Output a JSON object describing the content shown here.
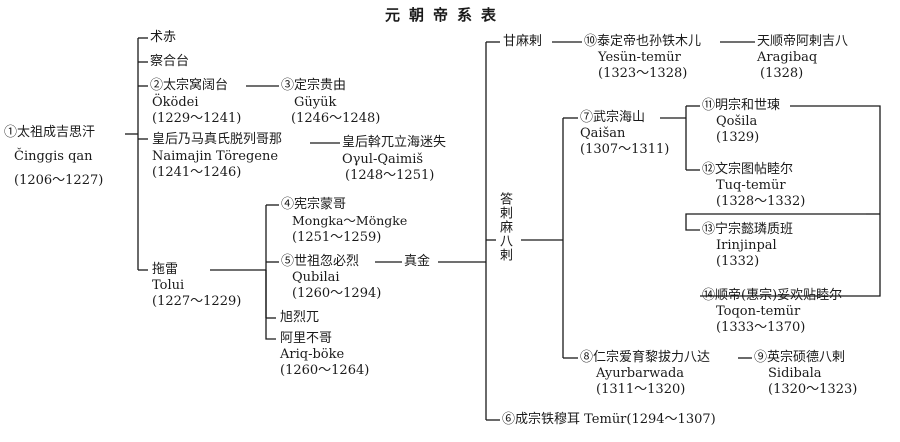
{
  "title": "元朝帝系表",
  "persons": {
    "genghis": {
      "zh": "①太祖成吉思汗",
      "rom": "Činggis qan",
      "years": "(1206～1227)"
    },
    "shuchi": {
      "zh": "术赤"
    },
    "chagatai": {
      "zh": "察合台"
    },
    "ogedei": {
      "zh": "②太宗窝阔台",
      "rom": "Öködei",
      "years": "(1229～1241)"
    },
    "guyuk": {
      "zh": "③定宗贵由",
      "rom": "Güyük",
      "years": "(1246～1248)"
    },
    "toregene": {
      "zh": "皇后乃马真氏脱列哥那",
      "rom": "Naimajin Töregene",
      "years": "(1241～1246)"
    },
    "oghul": {
      "zh": "皇后斡兀立海迷失",
      "rom": "Oγul-Qaimiš",
      "years": "(1248～1251)"
    },
    "mongke": {
      "zh": "④宪宗蒙哥",
      "rom": "Mongka～Möngke",
      "years": "(1251～1259)"
    },
    "kublai": {
      "zh": "⑤世祖忽必烈",
      "rom": "Qubilai",
      "years": "(1260～1294)"
    },
    "hulagu": {
      "zh": "旭烈兀"
    },
    "ariqboke": {
      "zh": "阿里不哥",
      "rom": "Ariq-böke",
      "years": "(1260～1264)"
    },
    "tolui": {
      "zh": "拖雷",
      "rom": "Tolui",
      "years": "(1227～1229)"
    },
    "zhenjin": {
      "zh": "真金"
    },
    "gamala": {
      "zh": "甘麻剌"
    },
    "yesun": {
      "zh": "⑩泰定帝也孙铁木儿",
      "rom": "Yesün-temür",
      "years": "(1323～1328)"
    },
    "aragibaq": {
      "zh": "天顺帝阿剌吉八",
      "rom": "Aragibaq",
      "years": "(1328)"
    },
    "darmabala": {
      "zh": "答剌麻八剌"
    },
    "qaisan": {
      "zh": "⑦武宗海山",
      "rom": "Qaišan",
      "years": "(1307～1311)"
    },
    "qosila": {
      "zh": "⑪明宗和世瑓",
      "rom": "Qošila",
      "years": "(1329)"
    },
    "tuq": {
      "zh": "⑫文宗图帖睦尔",
      "rom": "Tuq-temür",
      "years": "(1328～1332)"
    },
    "irinjinpal": {
      "zh": "⑬宁宗懿璘质班",
      "rom": "Irinjinpal",
      "years": "(1332)"
    },
    "toqon": {
      "zh": "⑭顺帝(惠宗)妥欢贴睦尔",
      "rom": "Toqon-temür",
      "years": "(1333～1370)"
    },
    "ayurbarwada": {
      "zh": "⑧仁宗爱育黎拔力八达",
      "rom": "Ayurbarwada",
      "years": "(1311～1320)"
    },
    "sidibala": {
      "zh": "⑨英宗硕德八剌",
      "rom": "Sidibala",
      "years": "(1320～1323)"
    },
    "temur": {
      "zh": "⑥成宗铁穆耳 Temür(1294～1307)"
    }
  }
}
